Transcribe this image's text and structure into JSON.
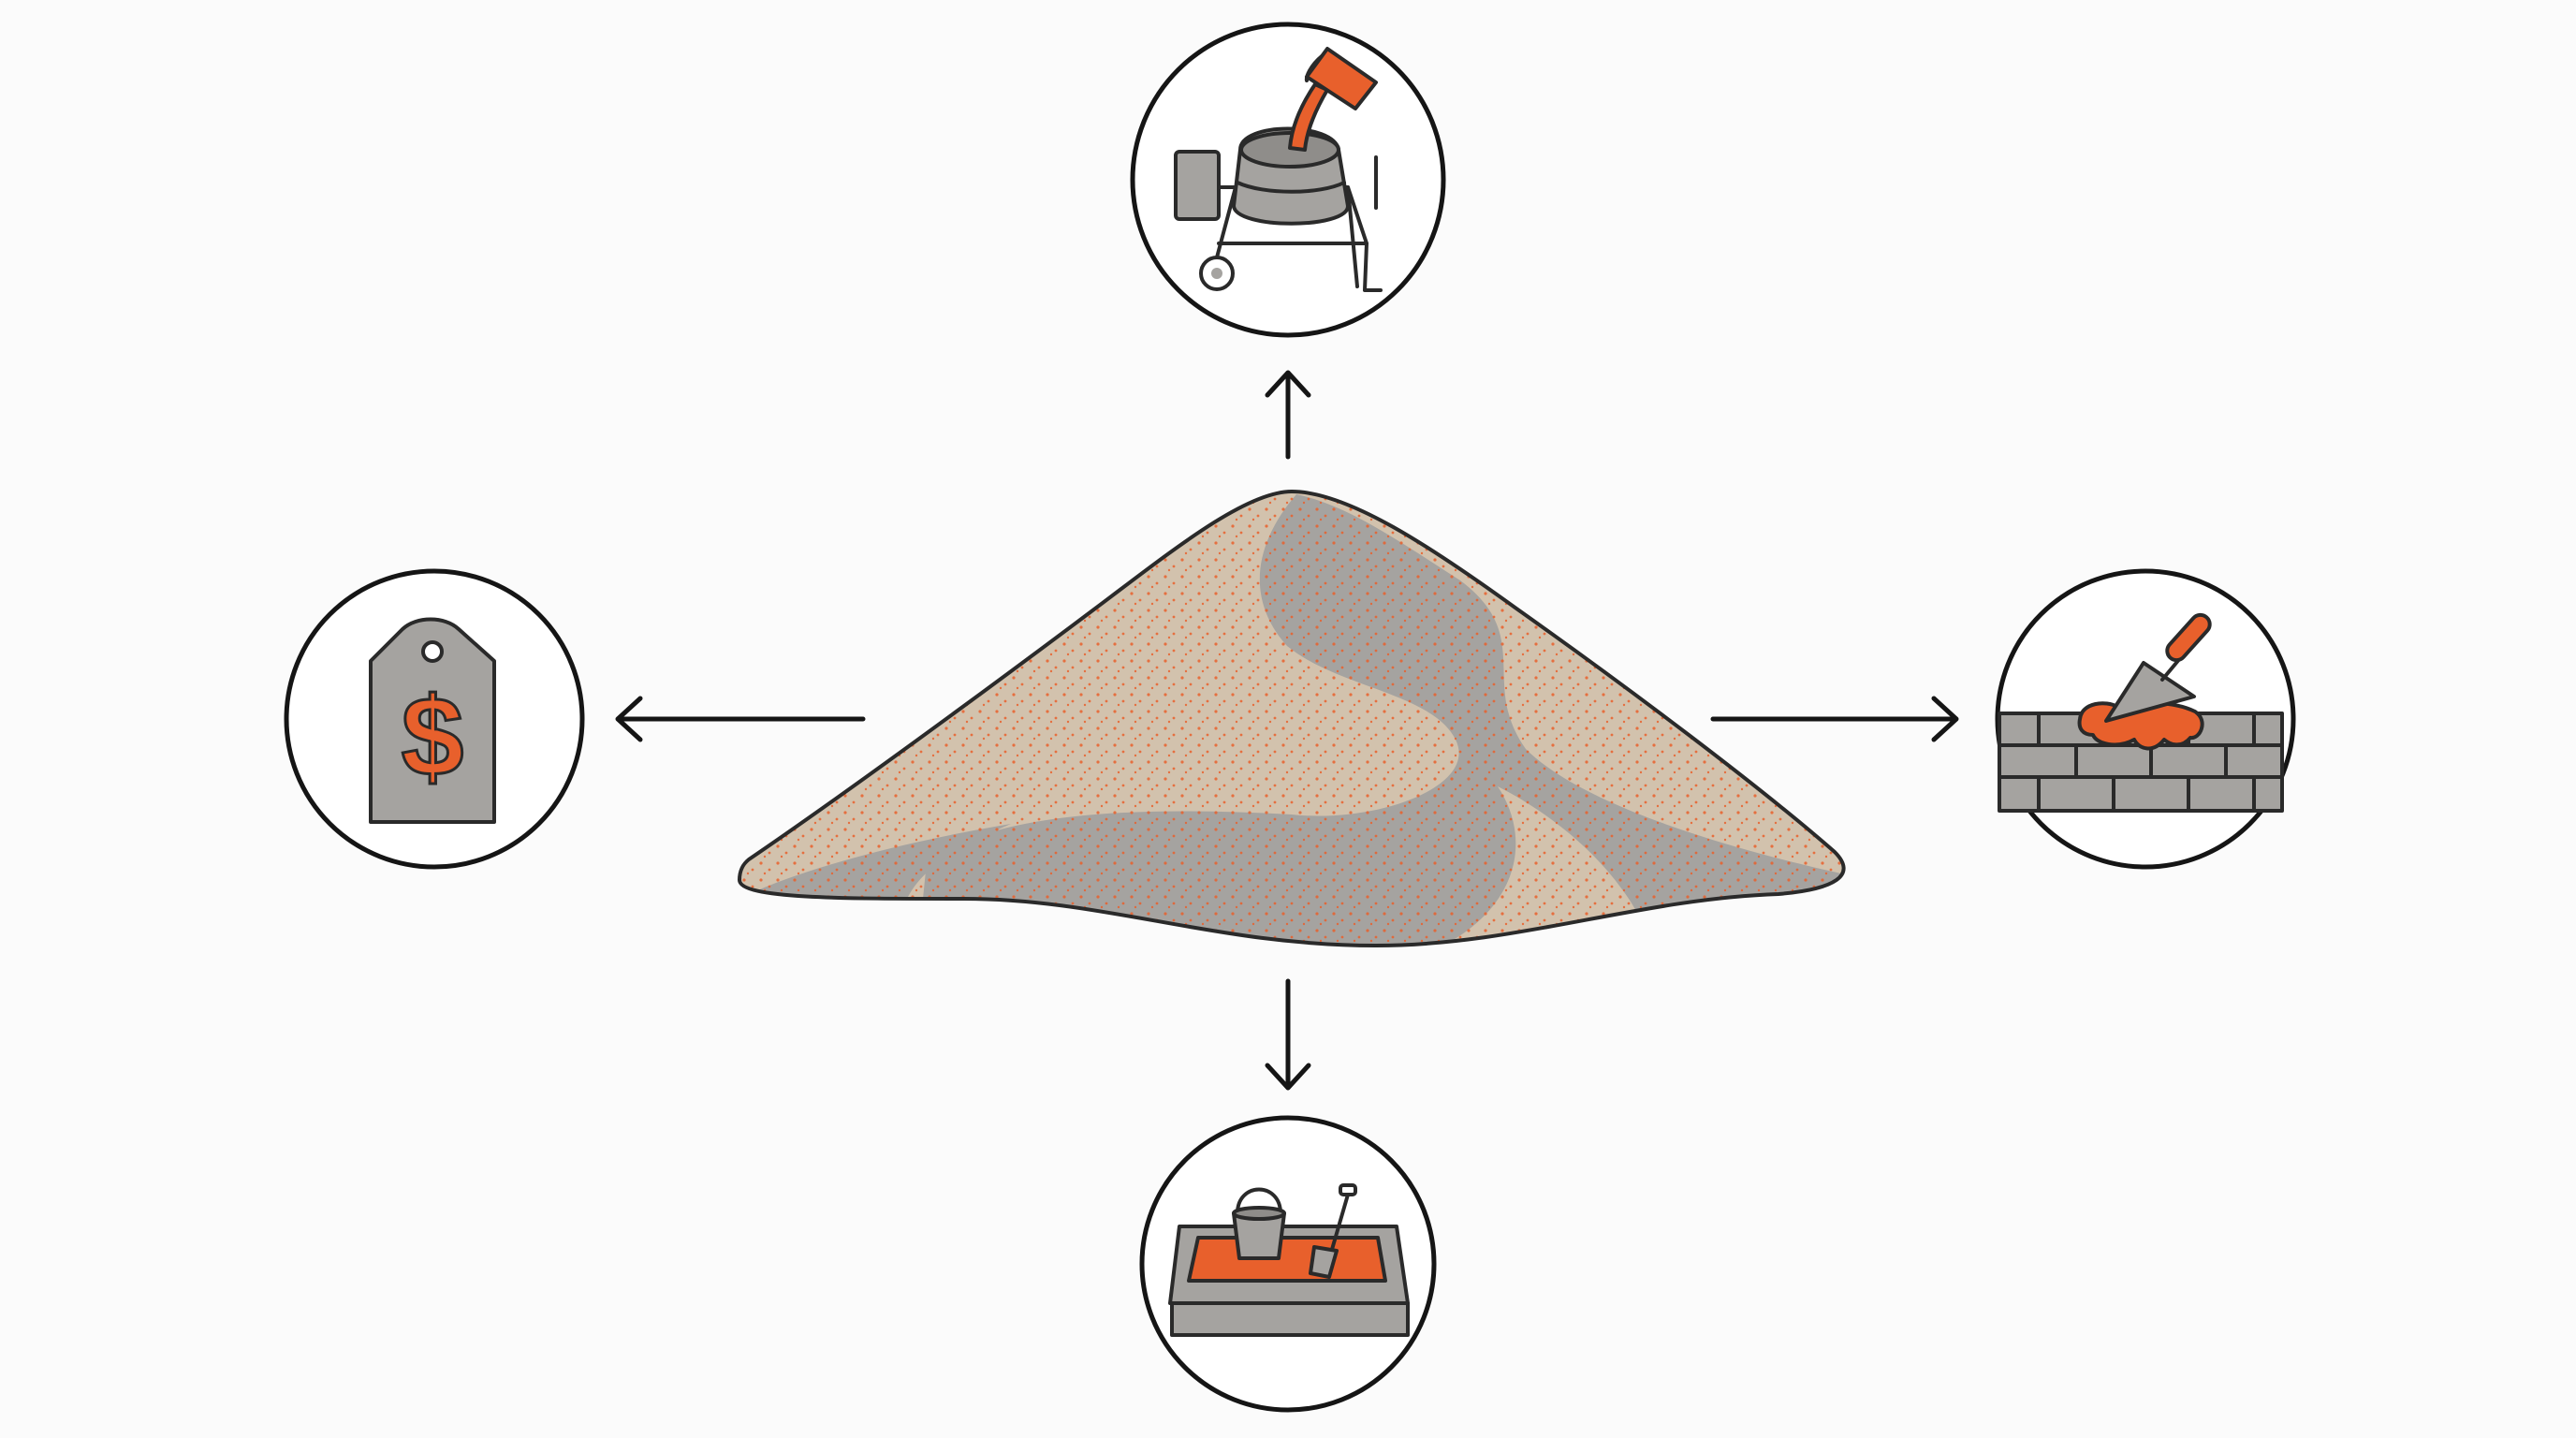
{
  "title": "",
  "colors": {
    "background": "#fbfbfb",
    "accent": "#e8602c",
    "sand_light": "#d2c2ad",
    "gray": "#a5a3a0",
    "dark_gray": "#8f8d8a",
    "outline": "#151515"
  },
  "nodes": {
    "center": {
      "icon": "sand-pile-icon"
    },
    "top": {
      "icon": "cement-mixer-icon"
    },
    "right": {
      "icon": "brick-wall-trowel-icon"
    },
    "bottom": {
      "icon": "sandbox-icon"
    },
    "left": {
      "icon": "price-tag-icon"
    }
  },
  "edges": [
    {
      "from": "center",
      "to": "top"
    },
    {
      "from": "center",
      "to": "right"
    },
    {
      "from": "center",
      "to": "bottom"
    },
    {
      "from": "center",
      "to": "left"
    }
  ],
  "price_tag": {
    "symbol": "$"
  }
}
